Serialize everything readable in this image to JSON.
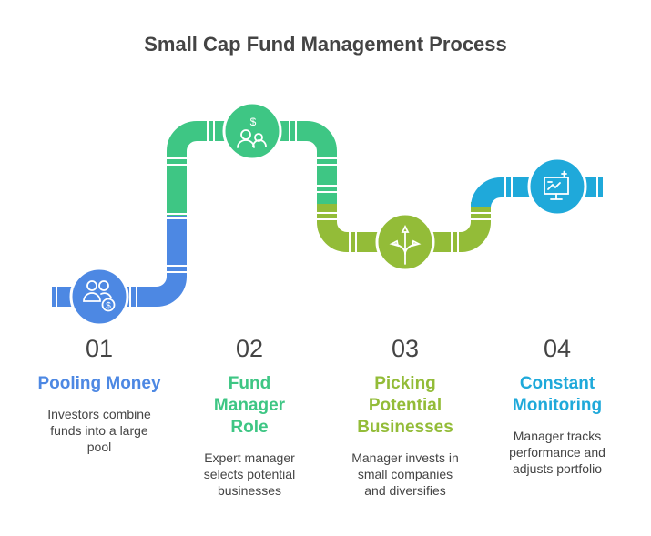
{
  "title": "Small Cap Fund Management Process",
  "colors": {
    "blue": "#4d88e3",
    "green": "#3ec684",
    "olive": "#93bc38",
    "cyan": "#1fa9da"
  },
  "steps": [
    {
      "number": "01",
      "title": "Pooling Money",
      "description": "Investors combine funds into a large pool",
      "icon": "investors-dollar-icon",
      "color": "#4d88e3"
    },
    {
      "number": "02",
      "title": "Fund Manager Role",
      "description": "Expert manager selects potential businesses",
      "icon": "people-dollar-icon",
      "color": "#3ec684"
    },
    {
      "number": "03",
      "title": "Picking Potential Businesses",
      "description": "Manager invests in small companies and diversifies",
      "icon": "diverge-arrows-icon",
      "color": "#93bc38"
    },
    {
      "number": "04",
      "title": "Constant Monitoring",
      "description": "Manager tracks performance and adjusts portfolio",
      "icon": "monitor-chart-icon",
      "color": "#1fa9da"
    }
  ]
}
